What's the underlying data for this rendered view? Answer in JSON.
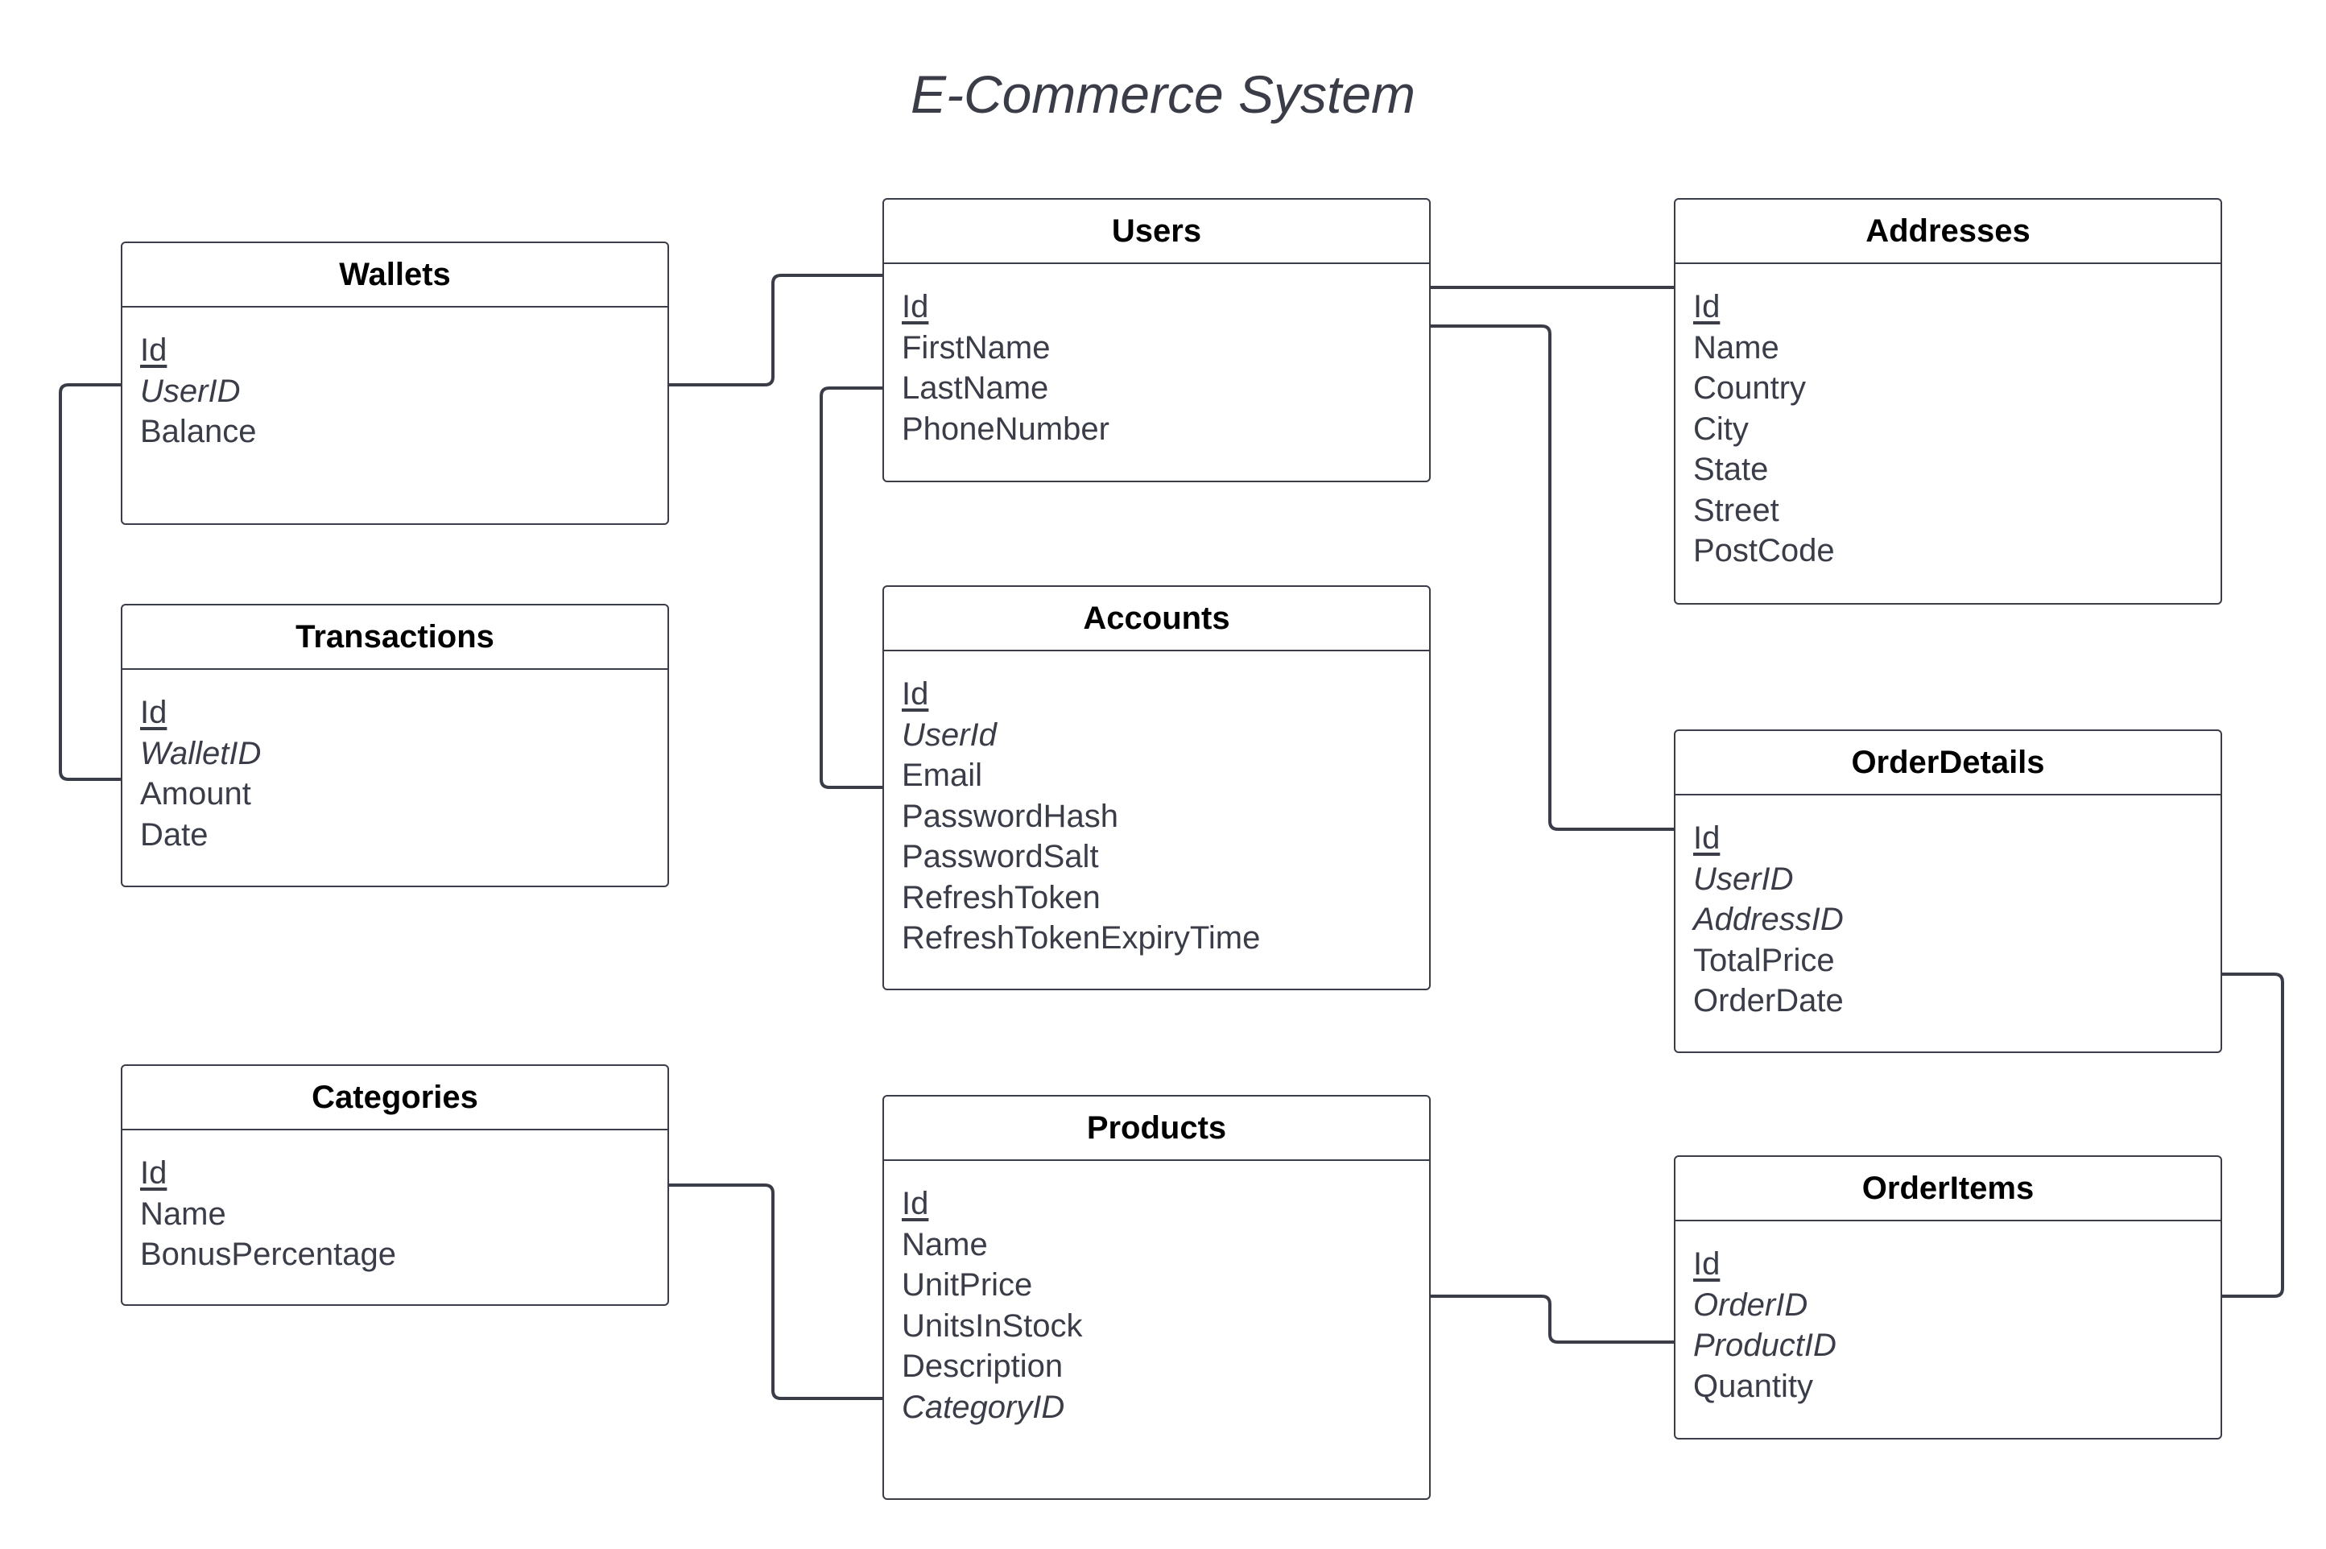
{
  "diagram": {
    "title": "E-Commerce System",
    "line_color": "#3a3d48",
    "entities": [
      {
        "id": "wallets",
        "name": "Wallets",
        "fields": [
          {
            "text": "Id",
            "kind": "pk"
          },
          {
            "text": "UserID",
            "kind": "fk"
          },
          {
            "text": "Balance",
            "kind": "plain"
          }
        ]
      },
      {
        "id": "transactions",
        "name": "Transactions",
        "fields": [
          {
            "text": "Id",
            "kind": "pk"
          },
          {
            "text": "WalletID",
            "kind": "fk"
          },
          {
            "text": "Amount",
            "kind": "plain"
          },
          {
            "text": "Date",
            "kind": "plain"
          }
        ]
      },
      {
        "id": "categories",
        "name": "Categories",
        "fields": [
          {
            "text": "Id",
            "kind": "pk"
          },
          {
            "text": "Name",
            "kind": "plain"
          },
          {
            "text": "BonusPercentage",
            "kind": "plain"
          }
        ]
      },
      {
        "id": "users",
        "name": "Users",
        "fields": [
          {
            "text": "Id",
            "kind": "pk"
          },
          {
            "text": "FirstName",
            "kind": "plain"
          },
          {
            "text": "LastName",
            "kind": "plain"
          },
          {
            "text": "PhoneNumber",
            "kind": "plain"
          }
        ]
      },
      {
        "id": "accounts",
        "name": "Accounts",
        "fields": [
          {
            "text": "Id",
            "kind": "pk"
          },
          {
            "text": "UserId",
            "kind": "fk"
          },
          {
            "text": "Email",
            "kind": "plain"
          },
          {
            "text": "PasswordHash",
            "kind": "plain"
          },
          {
            "text": "PasswordSalt",
            "kind": "plain"
          },
          {
            "text": "RefreshToken",
            "kind": "plain"
          },
          {
            "text": "RefreshTokenExpiryTime",
            "kind": "plain"
          }
        ]
      },
      {
        "id": "products",
        "name": "Products",
        "fields": [
          {
            "text": "Id",
            "kind": "pk"
          },
          {
            "text": "Name",
            "kind": "plain"
          },
          {
            "text": "UnitPrice",
            "kind": "plain"
          },
          {
            "text": "UnitsInStock",
            "kind": "plain"
          },
          {
            "text": "Description",
            "kind": "plain"
          },
          {
            "text": "CategoryID",
            "kind": "fk"
          }
        ]
      },
      {
        "id": "addresses",
        "name": "Addresses",
        "fields": [
          {
            "text": "Id",
            "kind": "pk"
          },
          {
            "text": "Name",
            "kind": "plain"
          },
          {
            "text": "Country",
            "kind": "plain"
          },
          {
            "text": "City",
            "kind": "plain"
          },
          {
            "text": "State",
            "kind": "plain"
          },
          {
            "text": "Street",
            "kind": "plain"
          },
          {
            "text": "PostCode",
            "kind": "plain"
          }
        ]
      },
      {
        "id": "order-details",
        "name": "OrderDetails",
        "fields": [
          {
            "text": "Id",
            "kind": "pk"
          },
          {
            "text": "UserID",
            "kind": "fk"
          },
          {
            "text": "AddressID",
            "kind": "fk"
          },
          {
            "text": "TotalPrice",
            "kind": "plain"
          },
          {
            "text": "OrderDate",
            "kind": "plain"
          }
        ]
      },
      {
        "id": "order-items",
        "name": "OrderItems",
        "fields": [
          {
            "text": "Id",
            "kind": "pk"
          },
          {
            "text": "OrderID",
            "kind": "fk"
          },
          {
            "text": "ProductID",
            "kind": "fk"
          },
          {
            "text": "Quantity",
            "kind": "plain"
          }
        ]
      }
    ],
    "relationships": [
      {
        "from": "wallets",
        "to": "users"
      },
      {
        "from": "wallets",
        "to": "transactions"
      },
      {
        "from": "users",
        "to": "accounts"
      },
      {
        "from": "users",
        "to": "addresses"
      },
      {
        "from": "users",
        "to": "order-details"
      },
      {
        "from": "categories",
        "to": "products"
      },
      {
        "from": "products",
        "to": "order-items"
      },
      {
        "from": "order-details",
        "to": "order-items"
      }
    ]
  }
}
